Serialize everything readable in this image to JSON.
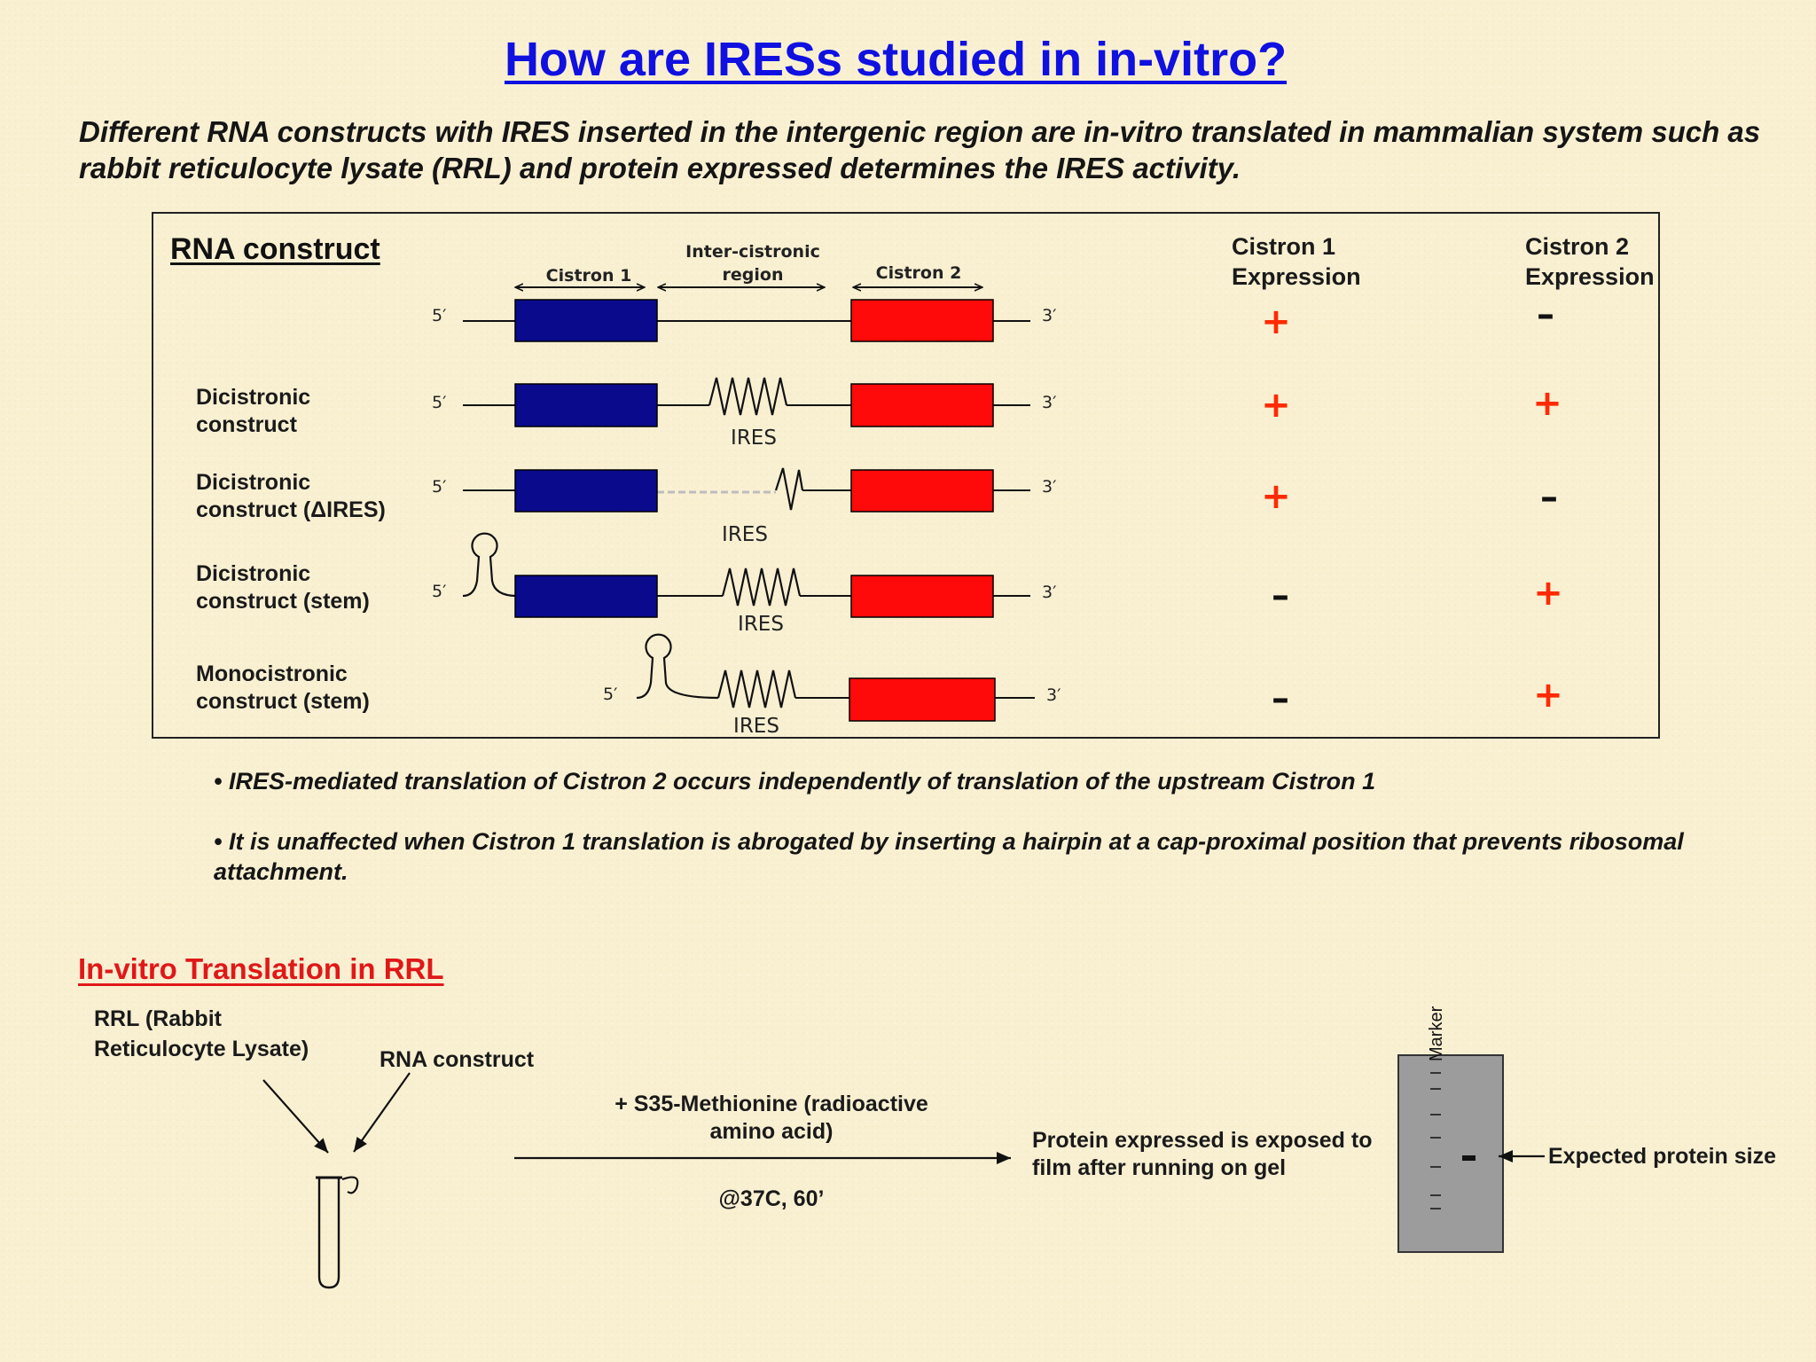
{
  "title": "How are IRESs studied in in-vitro?",
  "subtitle": "Different RNA constructs with IRES inserted in the intergenic region are in-vitro translated in mammalian system such as rabbit reticulocyte lysate (RRL) and protein expressed determines the IRES activity.",
  "panel": {
    "heading": "RNA construct",
    "col_cistron1": [
      "Cistron 1",
      "Expression"
    ],
    "col_cistron2": [
      "Cistron 2",
      "Expression"
    ],
    "region_labels": {
      "cistron1": "Cistron 1",
      "intercistronic": [
        "Inter-cistronic",
        "region"
      ],
      "cistron2": "Cistron 2"
    },
    "end5": "5′",
    "end3": "3′",
    "ires_label": "IRES",
    "rows": [
      {
        "label": [
          "",
          ""
        ],
        "cistron1": "+",
        "cistron2": "–"
      },
      {
        "label": [
          "Dicistronic",
          "construct"
        ],
        "cistron1": "+",
        "cistron2": "+"
      },
      {
        "label": [
          "Dicistronic",
          "construct (ΔIRES)"
        ],
        "cistron1": "+",
        "cistron2": "–"
      },
      {
        "label": [
          "Dicistronic",
          "construct (stem)"
        ],
        "cistron1": "–",
        "cistron2": "+"
      },
      {
        "label": [
          "Monocistronic",
          "construct (stem)"
        ],
        "cistron1": "–",
        "cistron2": "+"
      }
    ]
  },
  "bullets": [
    "• IRES-mediated translation of Cistron 2 occurs independently of translation of the upstream Cistron 1",
    "• It is unaffected when Cistron 1 translation is abrogated by inserting a hairpin at a cap-proximal position that prevents ribosomal attachment."
  ],
  "section2": {
    "heading": "In-vitro Translation in RRL",
    "rrl_label": [
      "RRL (Rabbit",
      "Reticulocyte Lysate)"
    ],
    "rna_label": "RNA construct",
    "reaction_label": [
      "+ S35-Methionine (radioactive",
      "amino acid)"
    ],
    "condition_label": "@37C, 60’",
    "result_label": [
      "Protein expressed is exposed to",
      "film after running on gel"
    ],
    "marker_label": "Marker",
    "expected_label": "Expected protein size"
  },
  "colors": {
    "title": "#1010e0",
    "cistron1_box": "#0a0a8c",
    "cistron2_box": "#ff0a0a",
    "plus_sign": "#ff2a00",
    "section_heading": "#e01818",
    "gel": "#9c9c9c"
  }
}
